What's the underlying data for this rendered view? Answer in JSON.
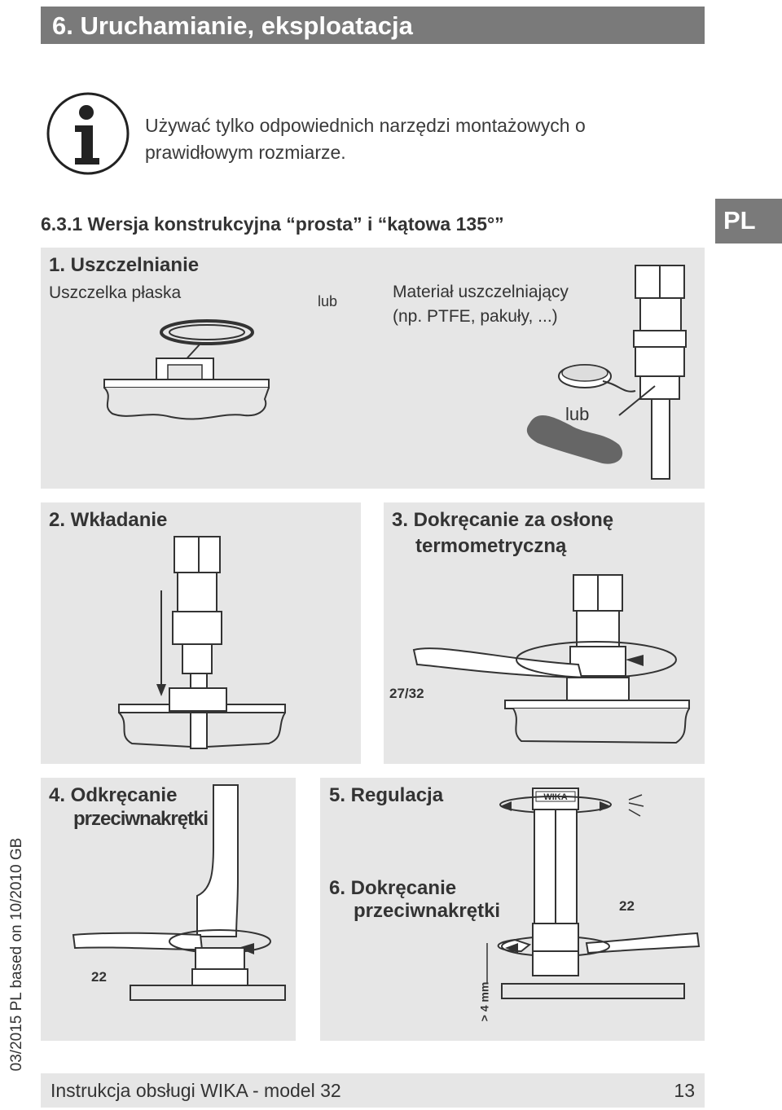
{
  "header": {
    "title": "6. Uruchamianie, eksploatacja"
  },
  "info": {
    "icon": "info-icon",
    "text": "Używać tylko odpowiednich narzędzi montażowych o prawidłowym rozmiarze."
  },
  "section": {
    "title": "6.3.1 Wersja konstrukcyjna “prosta” i “kątowa 135°”",
    "lang_tab": "PL"
  },
  "step1": {
    "title": "1. Uszczelnianie",
    "flat_gasket": "Uszczelka płaska",
    "or1": "lub",
    "material_line1": "Materiał uszczelniający",
    "material_line2": "(np. PTFE, pakuły, ...)",
    "or2": "lub"
  },
  "step2": {
    "title": "2. Wkładanie"
  },
  "step3": {
    "title_line1": "3. Dokręcanie za osłonę",
    "title_line2": "termometryczną",
    "wrench": "27/32"
  },
  "step4": {
    "title_line1": "4. Odkręcanie",
    "title_line2": "przeciwnakrętki",
    "wrench": "22"
  },
  "step5": {
    "title": "5. Regulacja",
    "brand": "WIKA"
  },
  "step6": {
    "title_line1": "6. Dokręcanie",
    "title_line2": "przeciwnakrętki",
    "wrench": "22",
    "gap": "> 4 mm"
  },
  "side_note": "03/2015 PL based on 10/2010 GB",
  "footer": {
    "text": "Instrukcja obsługi WIKA - model 32",
    "page": "13"
  }
}
